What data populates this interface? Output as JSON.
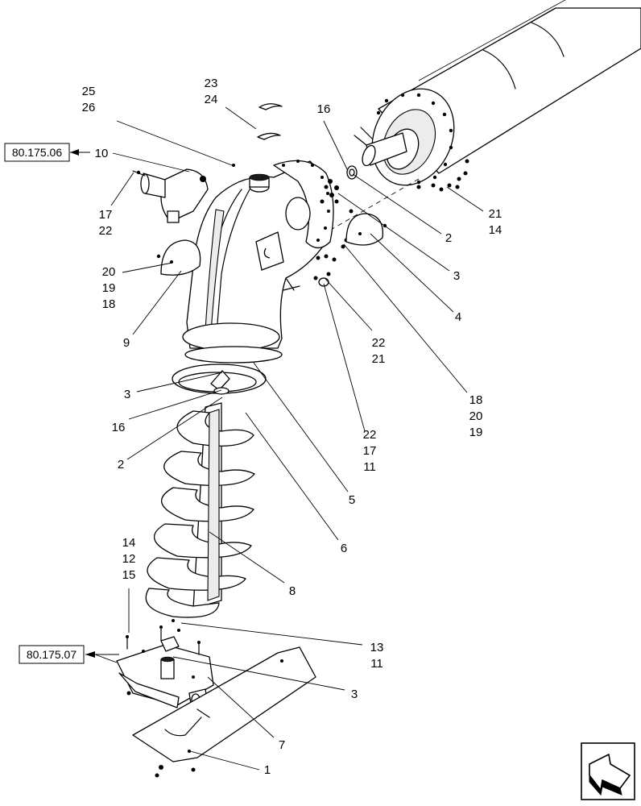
{
  "references": {
    "top": "80.175.06",
    "bottom": "80.175.07"
  },
  "callouts": {
    "c25": "25",
    "c26": "26",
    "c23": "23",
    "c24": "24",
    "c16a": "16",
    "c10": "10",
    "c17a": "17",
    "c22a": "22",
    "c21a": "21",
    "c14a": "14",
    "c2a": "2",
    "c3a": "3",
    "c4": "4",
    "c20a": "20",
    "c19a": "19",
    "c18a": "18",
    "c9": "9",
    "c22b": "22",
    "c21b": "21",
    "c3b": "3",
    "c18b": "18",
    "c20b": "20",
    "c19b": "19",
    "c16b": "16",
    "c2b": "2",
    "c22c": "22",
    "c17b": "17",
    "c11a": "11",
    "c5": "5",
    "c6": "6",
    "c14b": "14",
    "c12": "12",
    "c15": "15",
    "c8": "8",
    "c13": "13",
    "c11b": "11",
    "c3c": "3",
    "c7": "7",
    "c1": "1"
  },
  "icons": {
    "direction": "arrow-navigation-icon"
  }
}
